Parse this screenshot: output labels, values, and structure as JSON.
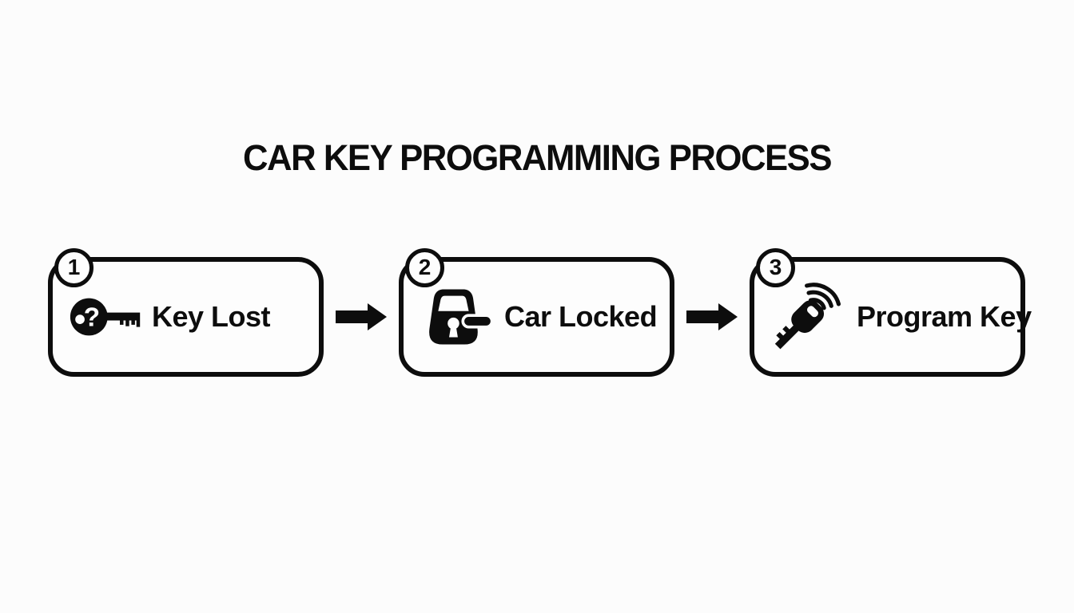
{
  "title": "CAR KEY PROGRAMMING PROCESS",
  "flow": {
    "connector_icon": "arrow-right-icon",
    "steps": [
      {
        "number": "1",
        "label": "Key Lost",
        "icon": "lost-key-question-icon"
      },
      {
        "number": "2",
        "label": "Car Locked",
        "icon": "car-door-lock-icon"
      },
      {
        "number": "3",
        "label": "Program Key",
        "icon": "remote-key-signal-icon"
      }
    ]
  },
  "colors": {
    "background": "#fcfcfc",
    "ink": "#0d0d0d",
    "box_fill": "#fdfdfd"
  }
}
